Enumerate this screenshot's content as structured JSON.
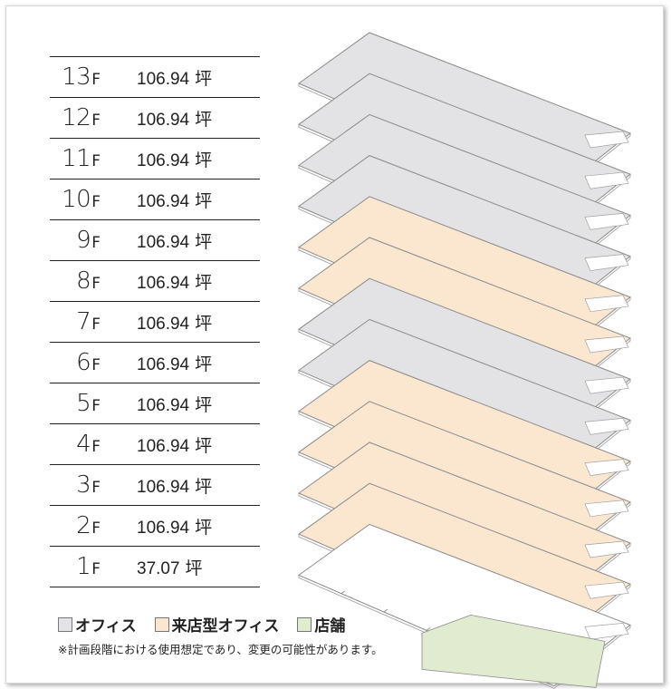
{
  "floors": [
    {
      "floor": "13",
      "suffix": "F",
      "area": "106.94",
      "unit": "坪",
      "use": "office"
    },
    {
      "floor": "12",
      "suffix": "F",
      "area": "106.94",
      "unit": "坪",
      "use": "office"
    },
    {
      "floor": "11",
      "suffix": "F",
      "area": "106.94",
      "unit": "坪",
      "use": "office"
    },
    {
      "floor": "10",
      "suffix": "F",
      "area": "106.94",
      "unit": "坪",
      "use": "office"
    },
    {
      "floor": "9",
      "suffix": "F",
      "area": "106.94",
      "unit": "坪",
      "use": "visitor_office"
    },
    {
      "floor": "8",
      "suffix": "F",
      "area": "106.94",
      "unit": "坪",
      "use": "visitor_office"
    },
    {
      "floor": "7",
      "suffix": "F",
      "area": "106.94",
      "unit": "坪",
      "use": "office"
    },
    {
      "floor": "6",
      "suffix": "F",
      "area": "106.94",
      "unit": "坪",
      "use": "office"
    },
    {
      "floor": "5",
      "suffix": "F",
      "area": "106.94",
      "unit": "坪",
      "use": "visitor_office"
    },
    {
      "floor": "4",
      "suffix": "F",
      "area": "106.94",
      "unit": "坪",
      "use": "visitor_office"
    },
    {
      "floor": "3",
      "suffix": "F",
      "area": "106.94",
      "unit": "坪",
      "use": "visitor_office"
    },
    {
      "floor": "2",
      "suffix": "F",
      "area": "106.94",
      "unit": "坪",
      "use": "visitor_office"
    },
    {
      "floor": "1",
      "suffix": "F",
      "area": "37.07",
      "unit": "坪",
      "use": "shop"
    }
  ],
  "legend": {
    "office": {
      "label": "オフィス",
      "color": "#e3e3e5"
    },
    "visitor_office": {
      "label": "来店型オフィス",
      "color": "#fbe6d0"
    },
    "shop": {
      "label": "店舗",
      "color": "#e0ebcf"
    }
  },
  "note": "※計画段階における使用想定であり、変更の可能性があります。"
}
